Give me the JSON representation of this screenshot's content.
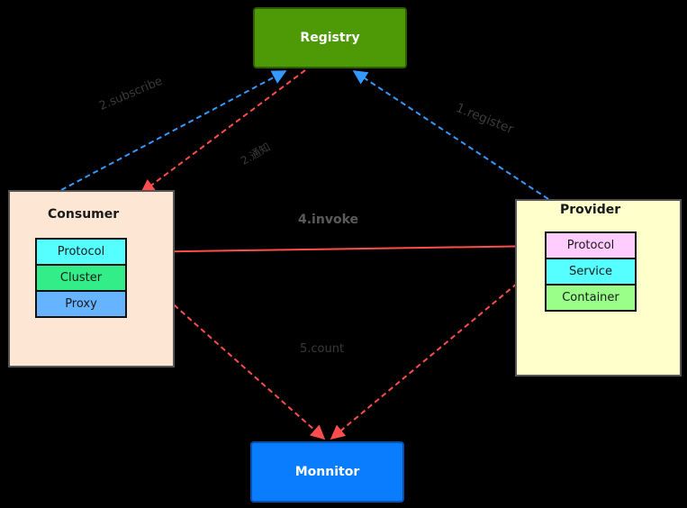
{
  "nodes": {
    "registry": "Registry",
    "consumer": "Consumer",
    "provider": "Provider",
    "monitor": "Monnitor"
  },
  "consumer_layers": [
    {
      "label": "Protocol",
      "color": "#55ffff"
    },
    {
      "label": "Cluster",
      "color": "#33ee88"
    },
    {
      "label": "Proxy",
      "color": "#66b3ff"
    }
  ],
  "provider_layers": [
    {
      "label": "Protocol",
      "color": "#ffccff"
    },
    {
      "label": "Service",
      "color": "#55ffff"
    },
    {
      "label": "Container",
      "color": "#99ff88"
    }
  ],
  "edges": {
    "subscribe": "2.subscribe",
    "notify": "2.通知",
    "register": "1.register",
    "invoke": "4.invoke",
    "count": "5.count"
  },
  "colors": {
    "registry_fill": "#4e9a06",
    "monitor_fill": "#0a7dff",
    "consumer_fill": "#fde6d3",
    "provider_fill": "#ffffcc",
    "sync_edge": "#ff4d4d",
    "async_edge": "#3399ff"
  }
}
